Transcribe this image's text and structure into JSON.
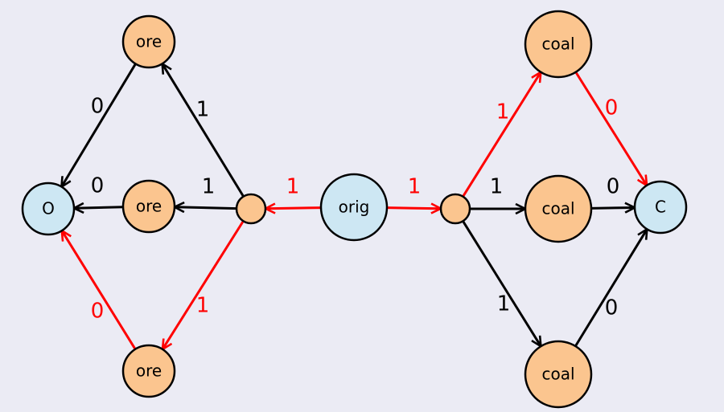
{
  "colors": {
    "background": "#ebebf4",
    "orange_fill": "#fbc58f",
    "blue_fill": "#cde7f3",
    "stroke": "#000000",
    "active": "#ff0000",
    "inactive": "#000000"
  },
  "nodes": [
    {
      "id": "orig",
      "label": "orig",
      "kind": "large",
      "fill": "blue"
    },
    {
      "id": "split_left",
      "label": "",
      "kind": "small",
      "fill": "orange"
    },
    {
      "id": "split_right",
      "label": "",
      "kind": "small",
      "fill": "orange"
    },
    {
      "id": "ore_top",
      "label": "ore",
      "kind": "medium",
      "fill": "orange"
    },
    {
      "id": "ore_mid",
      "label": "ore",
      "kind": "medium",
      "fill": "orange"
    },
    {
      "id": "ore_bot",
      "label": "ore",
      "kind": "medium",
      "fill": "orange"
    },
    {
      "id": "O",
      "label": "O",
      "kind": "medium",
      "fill": "blue"
    },
    {
      "id": "coal_top",
      "label": "coal",
      "kind": "large",
      "fill": "orange"
    },
    {
      "id": "coal_mid",
      "label": "coal",
      "kind": "large",
      "fill": "orange"
    },
    {
      "id": "coal_bot",
      "label": "coal",
      "kind": "large",
      "fill": "orange"
    },
    {
      "id": "C",
      "label": "C",
      "kind": "medium",
      "fill": "blue"
    }
  ],
  "edges": [
    {
      "from": "orig",
      "to": "split_left",
      "label": "1",
      "active": true
    },
    {
      "from": "orig",
      "to": "split_right",
      "label": "1",
      "active": true
    },
    {
      "from": "split_left",
      "to": "ore_top",
      "label": "1",
      "active": false
    },
    {
      "from": "split_left",
      "to": "ore_mid",
      "label": "1",
      "active": false
    },
    {
      "from": "split_left",
      "to": "ore_bot",
      "label": "1",
      "active": true
    },
    {
      "from": "ore_top",
      "to": "O",
      "label": "0",
      "active": false
    },
    {
      "from": "ore_mid",
      "to": "O",
      "label": "0",
      "active": false
    },
    {
      "from": "ore_bot",
      "to": "O",
      "label": "0",
      "active": true
    },
    {
      "from": "split_right",
      "to": "coal_top",
      "label": "1",
      "active": true
    },
    {
      "from": "split_right",
      "to": "coal_mid",
      "label": "1",
      "active": false
    },
    {
      "from": "split_right",
      "to": "coal_bot",
      "label": "1",
      "active": false
    },
    {
      "from": "coal_top",
      "to": "C",
      "label": "0",
      "active": true
    },
    {
      "from": "coal_mid",
      "to": "C",
      "label": "0",
      "active": false
    },
    {
      "from": "coal_bot",
      "to": "C",
      "label": "0",
      "active": false
    }
  ]
}
